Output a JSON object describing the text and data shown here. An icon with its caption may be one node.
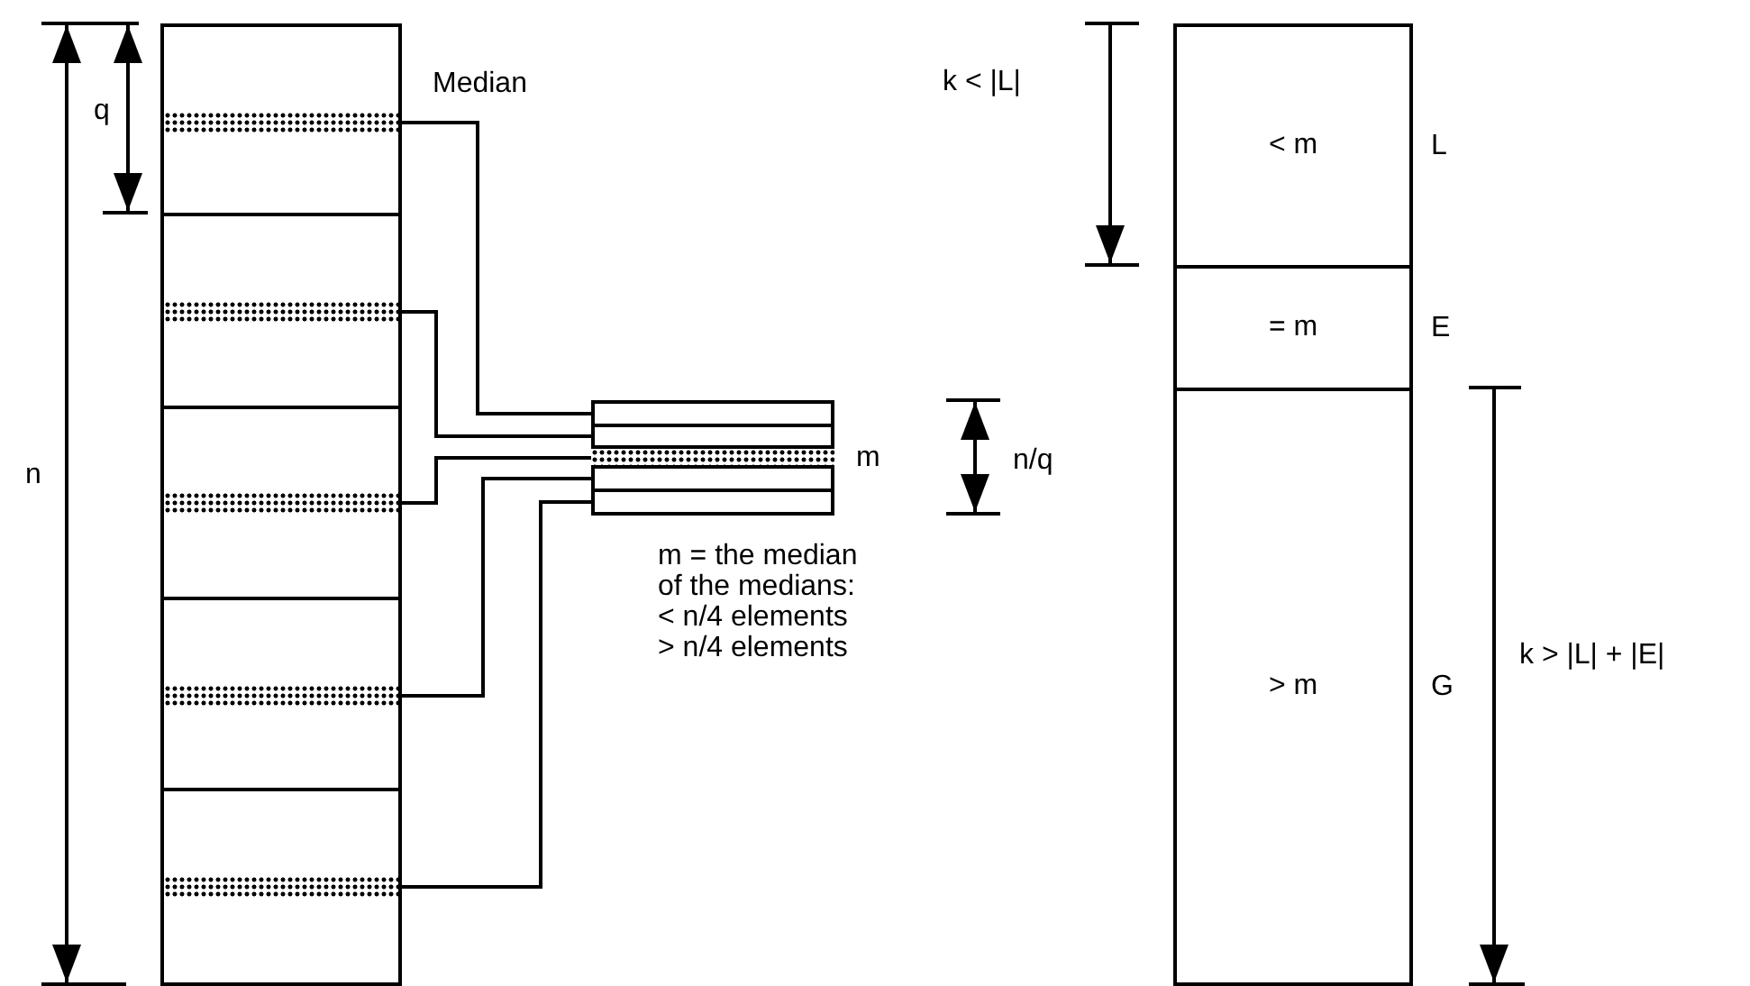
{
  "diagram": {
    "nodes": [
      {
        "text": [],
        "shape": "box"
      },
      {
        "text": [],
        "shape": "box"
      },
      {
        "text": [],
        "shape": "box"
      },
      {
        "text": [],
        "shape": "box"
      },
      {
        "text": [],
        "shape": "box"
      },
      {
        "text": [],
        "shape": "bar",
        "in": 0
      },
      {
        "text": [],
        "shape": "bar",
        "in": 1
      },
      {
        "text": [],
        "shape": "bar",
        "in": 2
      },
      {
        "text": [],
        "shape": "bar",
        "in": 3
      },
      {
        "text": [],
        "shape": "bar",
        "in": 4
      },
      {
        "text": [],
        "shape": "box"
      },
      {
        "text": [],
        "shape": "box"
      },
      {
        "text": [],
        "shape": "bar",
        "beside": [
          "m"
        ]
      },
      {
        "text": [],
        "shape": "box"
      },
      {
        "text": [],
        "shape": "box"
      },
      {
        "text": [
          "< m"
        ],
        "beside": [
          "L"
        ]
      },
      {
        "text": [
          "= m"
        ],
        "beside": [
          "E"
        ]
      },
      {
        "text": [
          "> m"
        ],
        "beside": [
          "G"
        ]
      }
    ],
    "edges": [
      {
        "from": 5,
        "to": 10,
        "arrow": "none"
      },
      {
        "from": 6,
        "to": 11,
        "arrow": "none"
      },
      {
        "from": 7,
        "to": 12,
        "arrow": "none"
      },
      {
        "from": 8,
        "to": 13,
        "arrow": "none"
      },
      {
        "from": 9,
        "to": 14,
        "arrow": "none"
      }
    ],
    "labels": [
      "q",
      "n",
      "Median",
      "n/q",
      "m = the median of the medians: < n/4 elements > n/4 elements",
      "k < |L|",
      "k > |L| + |E|"
    ]
  }
}
